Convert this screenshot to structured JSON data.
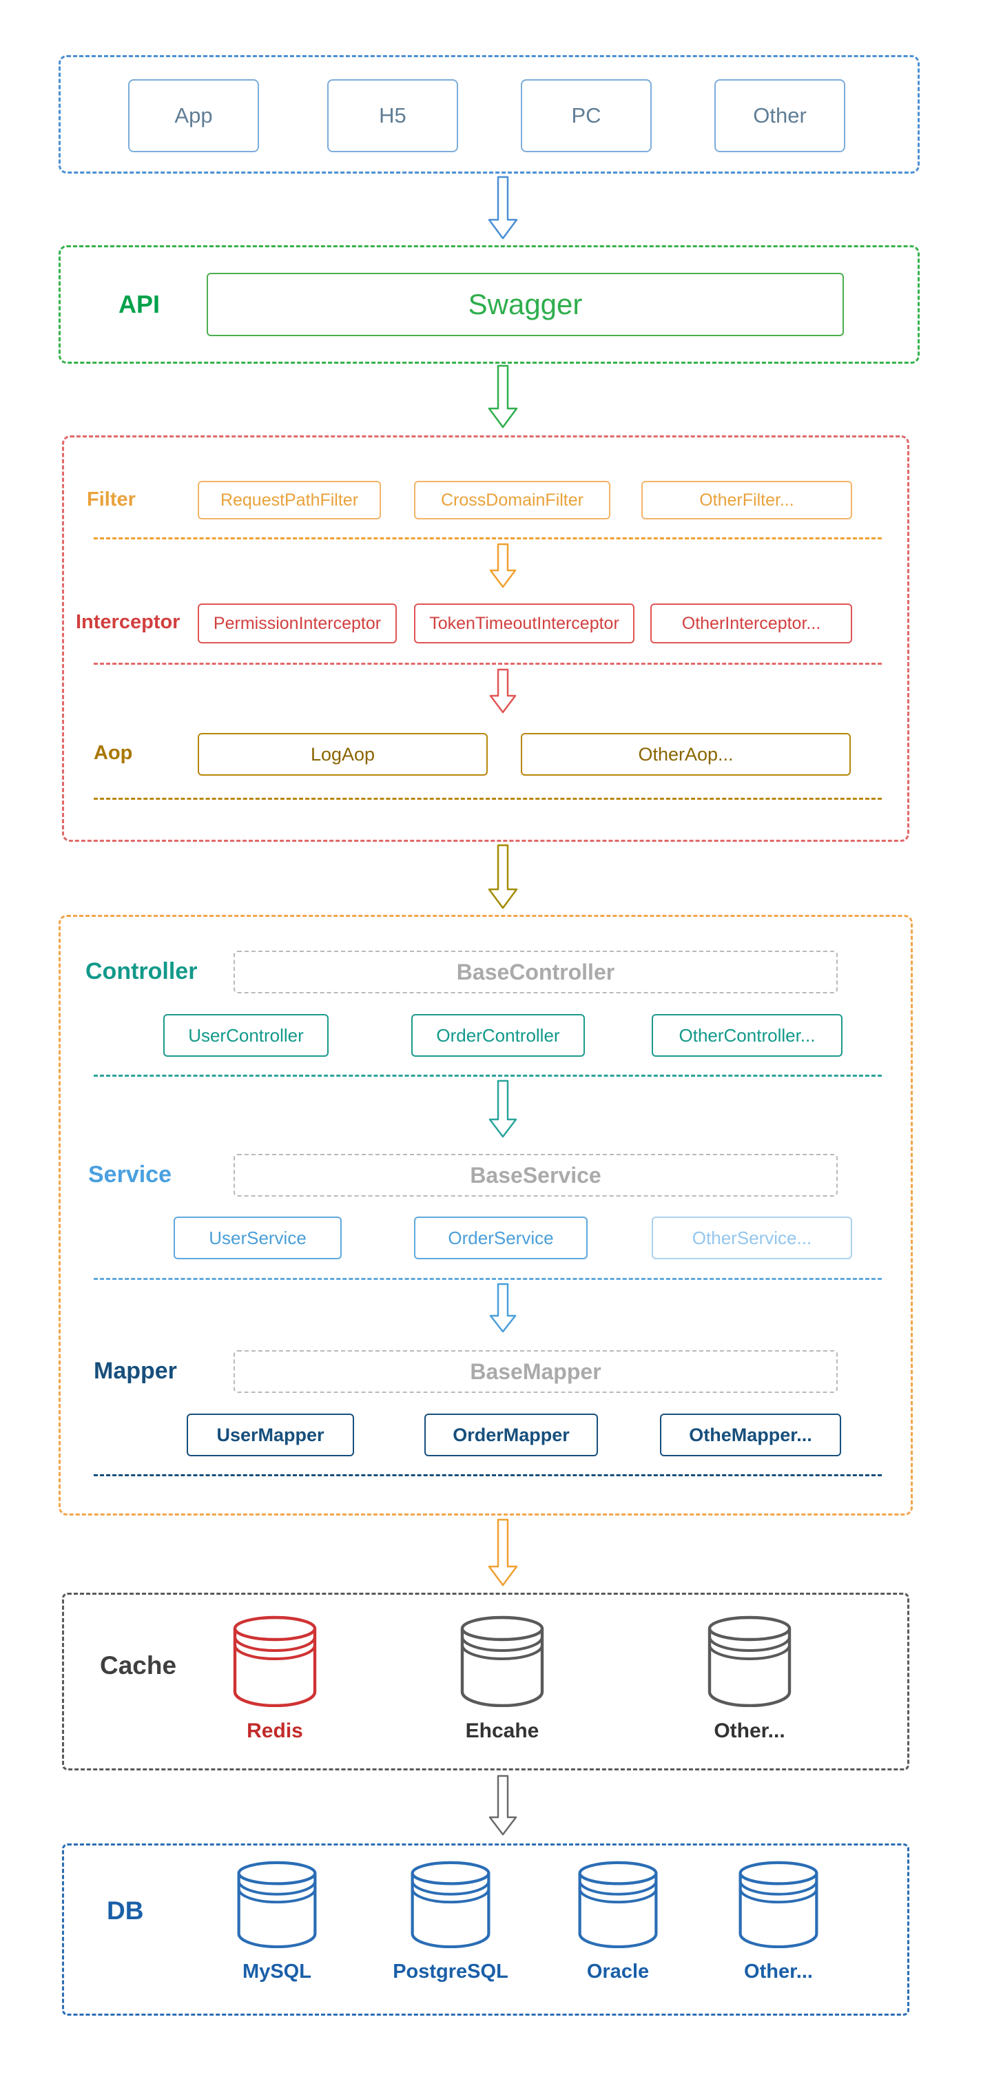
{
  "colors": {
    "client_blue": "#4a8fd4",
    "api_green": "#2fae4d",
    "api_label_green": "#00a14b",
    "filter_orange": "#e9a23b",
    "interceptor_red": "#d23f3f",
    "aop_gold": "#a87700",
    "container_red": "#e26868",
    "container_orange": "#f2a54c",
    "controller_teal": "#12998a",
    "service_blue": "#4a9fd9",
    "mapper_navy": "#174f7c",
    "cache_gray": "#3f3f3f",
    "redis_red": "#c22b2b",
    "db_blue": "#2a6db5"
  },
  "clients": {
    "items": [
      {
        "label": "App"
      },
      {
        "label": "H5"
      },
      {
        "label": "PC"
      },
      {
        "label": "Other"
      }
    ]
  },
  "api": {
    "label": "API",
    "swagger": "Swagger"
  },
  "middleware": {
    "filter": {
      "label": "Filter",
      "items": [
        {
          "label": "RequestPathFilter"
        },
        {
          "label": "CrossDomainFilter"
        },
        {
          "label": "OtherFilter..."
        }
      ]
    },
    "interceptor": {
      "label": "Interceptor",
      "items": [
        {
          "label": "PermissionInterceptor"
        },
        {
          "label": "TokenTimeoutInterceptor"
        },
        {
          "label": "OtherInterceptor..."
        }
      ]
    },
    "aop": {
      "label": "Aop",
      "items": [
        {
          "label": "LogAop"
        },
        {
          "label": "OtherAop..."
        }
      ]
    }
  },
  "core": {
    "controller": {
      "label": "Controller",
      "base": "BaseController",
      "items": [
        {
          "label": "UserController"
        },
        {
          "label": "OrderController"
        },
        {
          "label": "OtherController..."
        }
      ]
    },
    "service": {
      "label": "Service",
      "base": "BaseService",
      "items": [
        {
          "label": "UserService"
        },
        {
          "label": "OrderService"
        },
        {
          "label": "OtherService..."
        }
      ]
    },
    "mapper": {
      "label": "Mapper",
      "base": "BaseMapper",
      "items": [
        {
          "label": "UserMapper"
        },
        {
          "label": "OrderMapper"
        },
        {
          "label": "OtheMapper..."
        }
      ]
    }
  },
  "cache": {
    "label": "Cache",
    "items": [
      {
        "label": "Redis"
      },
      {
        "label": "Ehcahe"
      },
      {
        "label": "Other..."
      }
    ]
  },
  "db": {
    "label": "DB",
    "items": [
      {
        "label": "MySQL"
      },
      {
        "label": "PostgreSQL"
      },
      {
        "label": "Oracle"
      },
      {
        "label": "Other..."
      }
    ]
  }
}
